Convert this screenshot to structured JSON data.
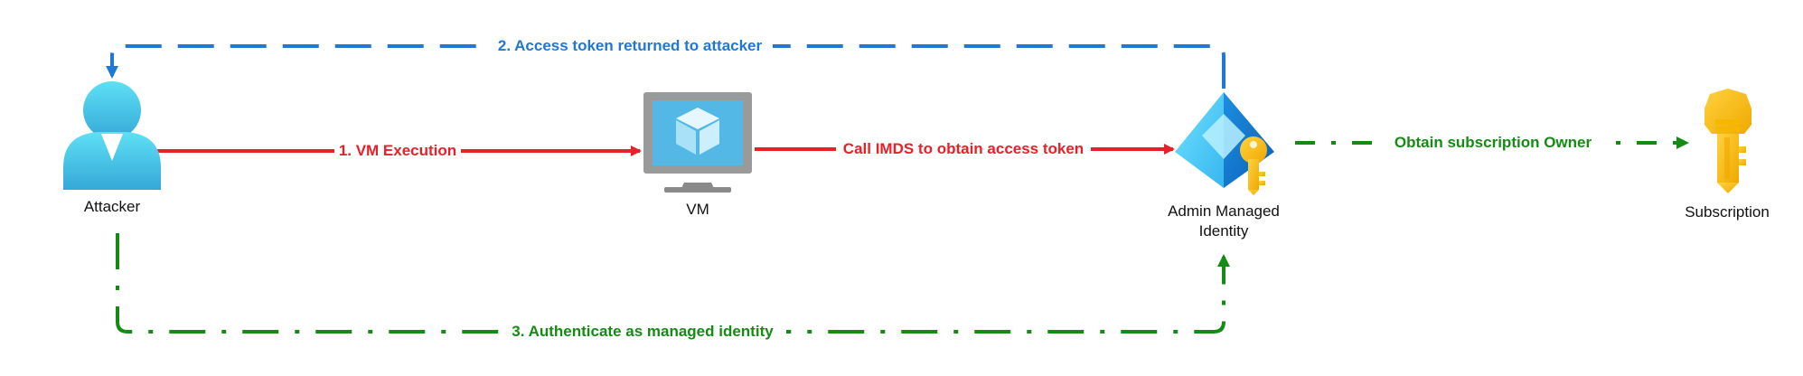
{
  "colors": {
    "red": "#e8202a",
    "blue": "#1f77d6",
    "green": "#148c14",
    "node_text": "#111111"
  },
  "nodes": {
    "attacker": {
      "label": "Attacker",
      "icon": "user-icon"
    },
    "vm": {
      "label": "VM",
      "icon": "monitor-cube-icon"
    },
    "identity": {
      "label_line1": "Admin Managed",
      "label_line2": "Identity",
      "icon": "pyramid-key-icon"
    },
    "subscription": {
      "label": "Subscription",
      "icon": "key-icon"
    }
  },
  "edges": {
    "vm_execution": "1. VM Execution",
    "call_imds": "Call IMDS to obtain access token",
    "token_returned": "2. Access token returned to attacker",
    "authenticate": "3. Authenticate as managed identity",
    "obtain_owner": "Obtain subscription Owner"
  }
}
